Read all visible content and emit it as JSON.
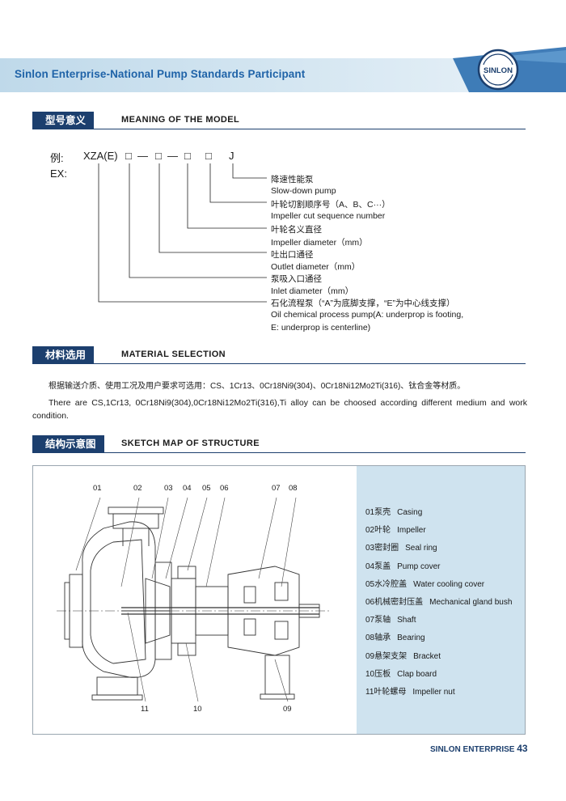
{
  "header": {
    "title": "Sinlon Enterprise-National Pump Standards Participant",
    "logo_text": "SINLON"
  },
  "sections": {
    "model": {
      "cn": "型号意义",
      "en": "MEANING OF THE MODEL"
    },
    "material": {
      "cn": "材料选用",
      "en": "MATERIAL  SELECTION"
    },
    "structure": {
      "cn": "结构示意图",
      "en": "SKETCH  MAP  OF  STRUCTURE"
    }
  },
  "model_code": {
    "prefix_cn": "例:",
    "prefix_en": "EX:",
    "code": "XZA(E)",
    "box": "□",
    "dash": "—",
    "suffix": "J",
    "descriptions": [
      {
        "cn": "降速性能泵",
        "en": "Slow-down pump"
      },
      {
        "cn": "叶轮切割顺序号（A、B、C···）",
        "en": "Impeller cut sequence number"
      },
      {
        "cn": "叶轮名义直径",
        "en": "Impeller diameter（mm）"
      },
      {
        "cn": "吐出口通径",
        "en": "Outlet diameter（mm）"
      },
      {
        "cn": "泵吸入口通径",
        "en": "Inlet diameter（mm）"
      },
      {
        "cn": "石化流程泵（“A”为底脚支撑，“E”为中心线支撑）",
        "en": "Oil chemical process pump(A: underprop  is footing,",
        "en2": "E: underprop is centerline)"
      }
    ]
  },
  "material": {
    "cn": "根据输送介质、使用工况及用户要求可选用：CS、1Cr13、0Cr18Ni9(304)、0Cr18Ni12Mo2Ti(316)、钛合金等材质。",
    "en": "There are CS,1Cr13, 0Cr18Ni9(304),0Cr18Ni12Mo2Ti(316),Ti alloy can be choosed according different medium and work condition."
  },
  "sketch": {
    "callouts_top": [
      "01",
      "02",
      "03",
      "04",
      "05",
      "06",
      "07",
      "08"
    ],
    "callouts_bottom": [
      "11",
      "10",
      "09"
    ],
    "parts": [
      {
        "no": "01",
        "cn": "泵壳",
        "en": "Casing"
      },
      {
        "no": "02",
        "cn": "叶轮",
        "en": "Impeller"
      },
      {
        "no": "03",
        "cn": "密封圈",
        "en": "Seal ring"
      },
      {
        "no": "04",
        "cn": "泵盖",
        "en": "Pump cover"
      },
      {
        "no": "05",
        "cn": "水冷腔盖",
        "en": "Water cooling cover"
      },
      {
        "no": "06",
        "cn": "机械密封压盖",
        "en": "Mechanical gland bush"
      },
      {
        "no": "07",
        "cn": "泵轴",
        "en": "Shaft"
      },
      {
        "no": "08",
        "cn": "轴承",
        "en": "Bearing"
      },
      {
        "no": "09",
        "cn": "悬架支架",
        "en": "Bracket"
      },
      {
        "no": "10",
        "cn": "压板",
        "en": "Clap board"
      },
      {
        "no": "11",
        "cn": "叶轮螺母",
        "en": "Impeller nut"
      }
    ]
  },
  "footer": {
    "label": "SINLON ENTERPRISE",
    "page": "43"
  },
  "colors": {
    "navy": "#1c3f6e",
    "brand_blue": "#1f63a8",
    "panel": "#cfe3ef"
  }
}
